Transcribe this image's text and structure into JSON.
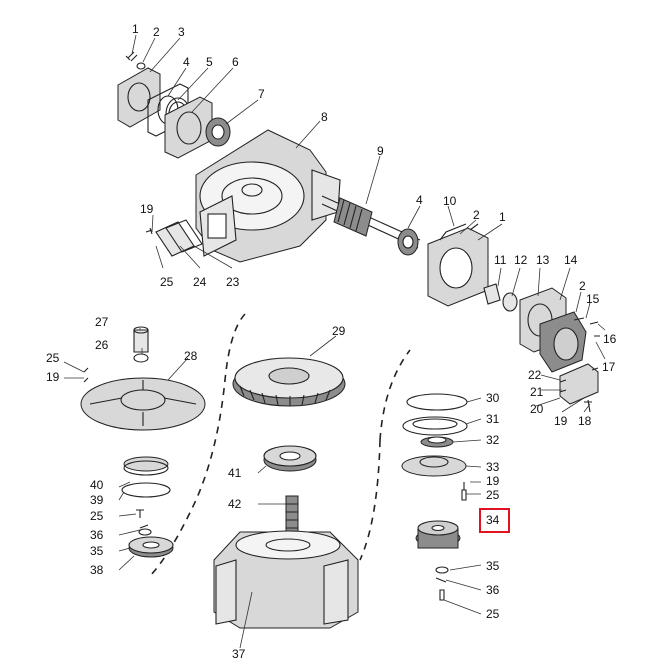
{
  "callouts": [
    {
      "id": "c1",
      "text": "1"
    },
    {
      "id": "c2",
      "text": "2"
    },
    {
      "id": "c3",
      "text": "3"
    },
    {
      "id": "c4",
      "text": "4"
    },
    {
      "id": "c5",
      "text": "5"
    },
    {
      "id": "c6",
      "text": "6"
    },
    {
      "id": "c7",
      "text": "7"
    },
    {
      "id": "c8",
      "text": "8"
    },
    {
      "id": "c9",
      "text": "9"
    },
    {
      "id": "c10",
      "text": "10"
    },
    {
      "id": "c4b",
      "text": "4"
    },
    {
      "id": "c2b",
      "text": "2"
    },
    {
      "id": "c1b",
      "text": "1"
    },
    {
      "id": "c19a",
      "text": "19"
    },
    {
      "id": "c25a",
      "text": "25"
    },
    {
      "id": "c24",
      "text": "24"
    },
    {
      "id": "c23",
      "text": "23"
    },
    {
      "id": "c11",
      "text": "11"
    },
    {
      "id": "c12",
      "text": "12"
    },
    {
      "id": "c13",
      "text": "13"
    },
    {
      "id": "c14",
      "text": "14"
    },
    {
      "id": "c2c",
      "text": "2"
    },
    {
      "id": "c15",
      "text": "15"
    },
    {
      "id": "c16",
      "text": "16"
    },
    {
      "id": "c17",
      "text": "17"
    },
    {
      "id": "c22",
      "text": "22"
    },
    {
      "id": "c21",
      "text": "21"
    },
    {
      "id": "c20",
      "text": "20"
    },
    {
      "id": "c19b",
      "text": "19"
    },
    {
      "id": "c18",
      "text": "18"
    },
    {
      "id": "c27",
      "text": "27"
    },
    {
      "id": "c26",
      "text": "26"
    },
    {
      "id": "c25b",
      "text": "25"
    },
    {
      "id": "c28",
      "text": "28"
    },
    {
      "id": "c19c",
      "text": "19"
    },
    {
      "id": "c29",
      "text": "29"
    },
    {
      "id": "c30",
      "text": "30"
    },
    {
      "id": "c31",
      "text": "31"
    },
    {
      "id": "c32",
      "text": "32"
    },
    {
      "id": "c33",
      "text": "33"
    },
    {
      "id": "c19d",
      "text": "19"
    },
    {
      "id": "c25c",
      "text": "25"
    },
    {
      "id": "c34",
      "text": "34"
    },
    {
      "id": "c41",
      "text": "41"
    },
    {
      "id": "c40",
      "text": "40"
    },
    {
      "id": "c39",
      "text": "39"
    },
    {
      "id": "c25d",
      "text": "25"
    },
    {
      "id": "c36a",
      "text": "36"
    },
    {
      "id": "c35a",
      "text": "35"
    },
    {
      "id": "c38",
      "text": "38"
    },
    {
      "id": "c42",
      "text": "42"
    },
    {
      "id": "c35b",
      "text": "35"
    },
    {
      "id": "c36b",
      "text": "36"
    },
    {
      "id": "c25e",
      "text": "25"
    },
    {
      "id": "c37",
      "text": "37"
    }
  ],
  "highlight": {
    "part": "34",
    "color": "#e0141e"
  }
}
